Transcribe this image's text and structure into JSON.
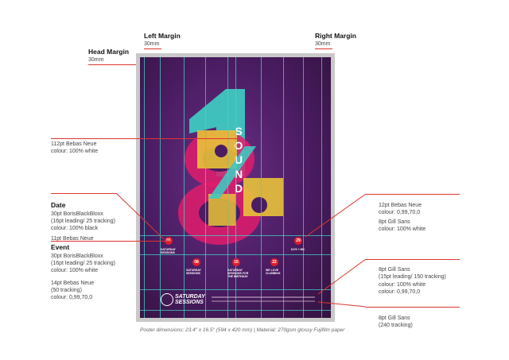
{
  "margins": {
    "left_title": "Left Margin",
    "left_value": "30mm",
    "right_title": "Right Margin",
    "right_value": "30mm",
    "head_title": "Head Margin",
    "head_value": "30mm"
  },
  "annotations": {
    "title_font": "112pt Bebas Neue",
    "title_colour": "colour: 100% white",
    "date_head": "Date",
    "date_font": "30pt BorisBlackBloxx",
    "date_leading": "(16pt leading/ 25 tracking)",
    "date_colour": "colour: 100% black",
    "date_num_font": "11pt Bebas Neue",
    "event_head": "Event",
    "event_font": "30pt BorisBlackBloxx",
    "event_leading": "(16pt leading/ 25 tracking)",
    "event_colour": "colour: 100% white",
    "venue_font": "14pt Bebas Neue",
    "venue_tracking": "(50 tracking)",
    "venue_colour": "colour: 0,99,70,0",
    "right1_font": "12pt Bebas Neue",
    "right1_colour": "colour: 0,99,70,0",
    "right2_font": "8pt Gill Sans",
    "right2_colour": "colour: 100% white",
    "right3_font": "8pt Gill Sans",
    "right3_leading": "(15pt leading/ 150 tracking)",
    "right3_colour_a": "colour: 100% white",
    "right3_colour_b": "colour: 0,99,70,0",
    "right4_font": "8pt Gill Sans",
    "right4_tracking": "(240 tracking)"
  },
  "poster": {
    "word": "SOUND",
    "dates": [
      "01",
      "29",
      "08",
      "15",
      "22"
    ],
    "events": [
      "SATURDAY SESSIONS",
      "DJ'S + MC",
      "SATURDAY SESSIONS",
      "SATURDAY SESSIONS FOR THE BIRTHDAY",
      "WE LOVE CLUBBING"
    ],
    "footer_brand": "SATURDAY SESSIONS"
  },
  "caption": "Poster dimensions: 23.4\" x 16.5\" (594 x 420 mm)  |  Material: 270gsm glossy Fujifilm paper",
  "colors": {
    "cyan": "#3fd4c7",
    "magenta": "#e11c6b",
    "yellow": "#e8c23a",
    "red": "#e0342f",
    "purple": "#4a1c62"
  }
}
